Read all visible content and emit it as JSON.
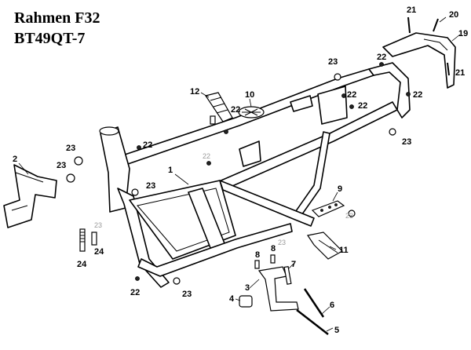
{
  "title": {
    "line1": "Rahmen F32",
    "line2": "BT49QT-7"
  },
  "callouts": [
    {
      "id": "c1",
      "text": "1"
    },
    {
      "id": "c2",
      "text": "2"
    },
    {
      "id": "c3",
      "text": "3"
    },
    {
      "id": "c4",
      "text": "4"
    },
    {
      "id": "c5",
      "text": "5"
    },
    {
      "id": "c6",
      "text": "6"
    },
    {
      "id": "c7",
      "text": "7"
    },
    {
      "id": "c8a",
      "text": "8"
    },
    {
      "id": "c8b",
      "text": "8"
    },
    {
      "id": "c9",
      "text": "9"
    },
    {
      "id": "c10",
      "text": "10"
    },
    {
      "id": "c11",
      "text": "11"
    },
    {
      "id": "c12",
      "text": "12"
    },
    {
      "id": "c19",
      "text": "19"
    },
    {
      "id": "c20",
      "text": "20"
    },
    {
      "id": "c21a",
      "text": "21"
    },
    {
      "id": "c21b",
      "text": "21"
    },
    {
      "id": "c22a",
      "text": "22"
    },
    {
      "id": "c22b",
      "text": "22"
    },
    {
      "id": "c22c",
      "text": "22"
    },
    {
      "id": "c22d",
      "text": "22"
    },
    {
      "id": "c22e",
      "text": "22"
    },
    {
      "id": "c22f",
      "text": "22"
    },
    {
      "id": "c22g",
      "text": "22"
    },
    {
      "id": "c22h",
      "text": "22"
    },
    {
      "id": "c23a",
      "text": "23"
    },
    {
      "id": "c23b",
      "text": "23"
    },
    {
      "id": "c23c",
      "text": "23"
    },
    {
      "id": "c23d",
      "text": "23"
    },
    {
      "id": "c23e",
      "text": "23"
    },
    {
      "id": "c23f",
      "text": "23"
    },
    {
      "id": "c23g",
      "text": "23"
    },
    {
      "id": "c23h",
      "text": "23"
    },
    {
      "id": "c23i",
      "text": "23"
    },
    {
      "id": "c24a",
      "text": "24"
    },
    {
      "id": "c24b",
      "text": "24"
    }
  ]
}
